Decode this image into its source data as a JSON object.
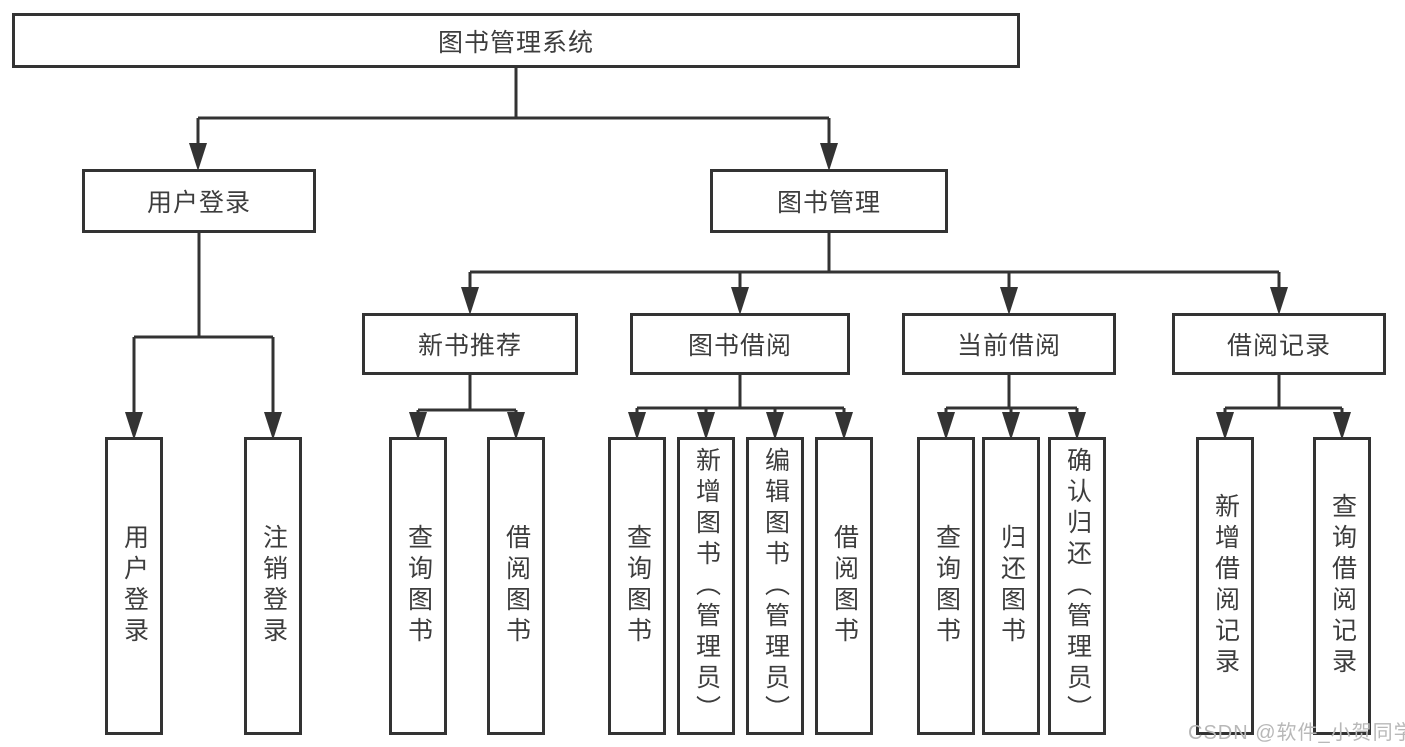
{
  "diagram": {
    "root": "图书管理系统",
    "level2": {
      "user_login": "用户登录",
      "book_management": "图书管理"
    },
    "level3": {
      "new_book_recommend": "新书推荐",
      "book_borrowing": "图书借阅",
      "current_borrowing": "当前借阅",
      "borrowing_records": "借阅记录"
    },
    "leaves": {
      "user_login": "用户登录",
      "logout": "注销登录",
      "recommend_query_books": "查询图书",
      "recommend_borrow_books": "借阅图书",
      "borrowing_query_books": "查询图书",
      "borrowing_add_books_admin": "新增图书（管理员）",
      "borrowing_edit_books_admin": "编辑图书（管理员）",
      "borrowing_borrow_books": "借阅图书",
      "current_query_books": "查询图书",
      "current_return_books": "归还图书",
      "current_confirm_return_admin": "确认归还（管理员）",
      "records_add_record": "新增借阅记录",
      "records_query_record": "查询借阅记录"
    }
  },
  "watermark": "CSDN @软件_小贺同学",
  "colors": {
    "line": "#333333",
    "text": "#3d3d3d",
    "background": "#ffffff",
    "watermark": "#b8b8b8"
  }
}
